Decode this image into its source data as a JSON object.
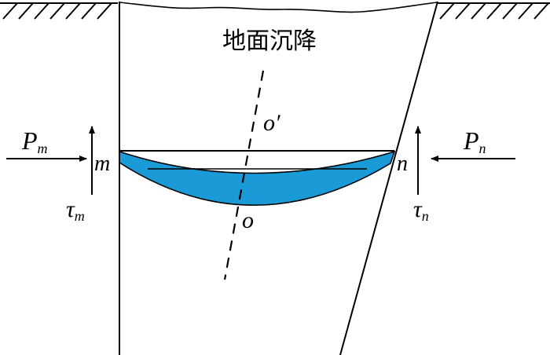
{
  "title": "地面沉降",
  "labels": {
    "o_prime": "o′",
    "o": "o",
    "m": "m",
    "n": "n"
  },
  "forces": {
    "left": {
      "P": "P",
      "P_sub": "m",
      "tau": "τ",
      "tau_sub": "m"
    },
    "right": {
      "P": "P",
      "P_sub": "n",
      "tau": "τ",
      "tau_sub": "n"
    }
  },
  "colors": {
    "slab_fill": "#1a9ad6",
    "stroke": "#000000",
    "background": "#ffffff"
  }
}
